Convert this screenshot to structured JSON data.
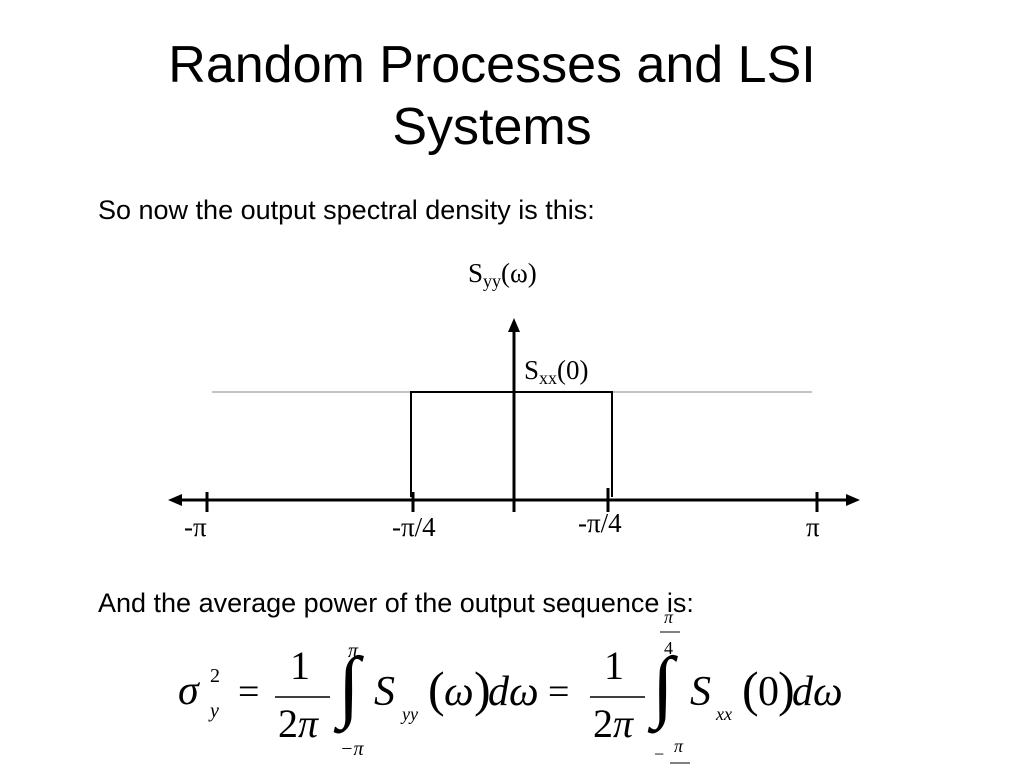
{
  "slide": {
    "title_line1": "Random Processes and LSI",
    "title_line2": "Systems",
    "text1": "So now the output spectral density is this:",
    "text2": "And the average power of the output sequence is:"
  },
  "plot": {
    "y_label_main": "S",
    "y_label_sub": "yy",
    "y_label_arg": "(ω)",
    "level_label_main": "S",
    "level_label_sub": "xx",
    "level_label_arg": "(0)",
    "tick_labels": [
      "-π",
      "-π/4",
      "-π/4",
      "π"
    ]
  },
  "equation": {
    "sigma": "σ",
    "sigma_sup": "2",
    "sigma_sub": "y",
    "eq1": "=",
    "frac_num1": "1",
    "frac_den1": "2π",
    "int_upper1": "π",
    "int_lower1": "−π",
    "S1": "S",
    "S1_sub": "yy",
    "arg1": "ω",
    "dw1": "dω",
    "eq2": "=",
    "frac_num2": "1",
    "frac_den2": "2π",
    "int_upper2_num": "π",
    "int_upper2_den": "4",
    "int_lower2_num": "π",
    "int_lower2_neg": "−",
    "S2": "S",
    "S2_sub": "xx",
    "arg2": "0",
    "dw2": "dω"
  }
}
